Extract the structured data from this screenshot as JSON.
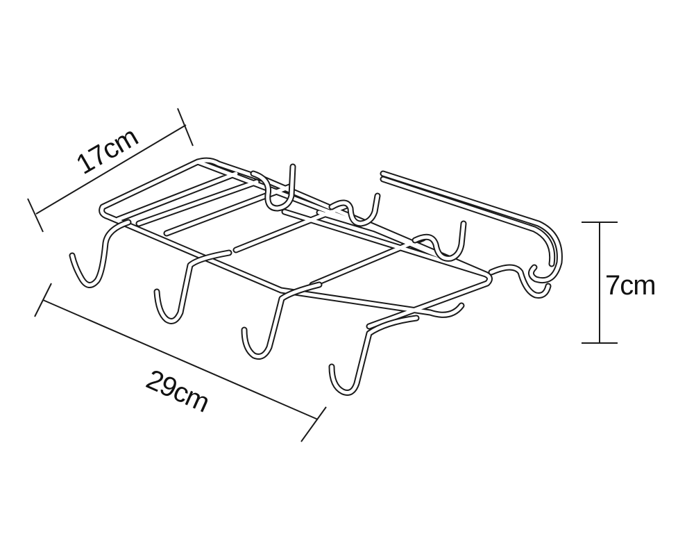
{
  "dimensions": {
    "depth_label": "17cm",
    "width_label": "29cm",
    "height_label": "7cm"
  },
  "colors": {
    "line": "#1a1a1a",
    "background": "#ffffff"
  }
}
